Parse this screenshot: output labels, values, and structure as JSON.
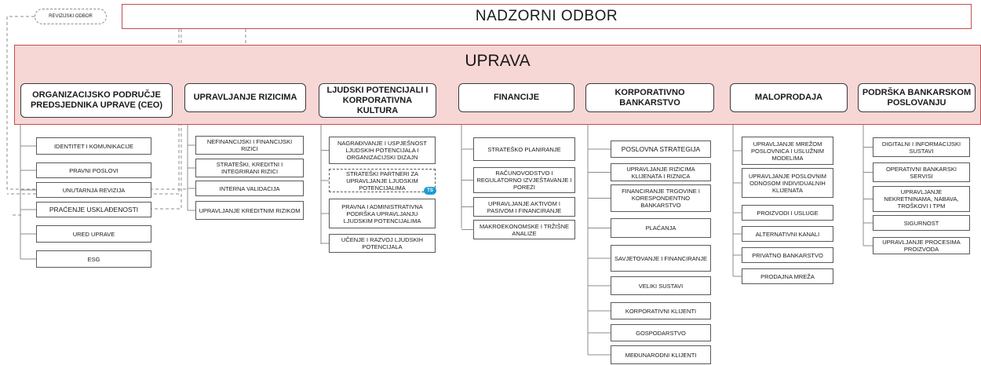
{
  "diagram": {
    "top_board": "NADZORNI ODBOR",
    "audit_committee": "REVIZIJSKI ODBOR",
    "management": "UPRAVA",
    "columns": [
      {
        "title": "ORGANIZACIJSKO PODRUČJE PREDSJEDNIKA UPRAVE (CEO)",
        "items": [
          "IDENTITET I KOMUNIKACIJE",
          "PRAVNI POSLOVI",
          "UNUTARNJA REVIZIJA",
          "PRAĆENJE USKLAĐENOSTI",
          "URED UPRAVE",
          "ESG"
        ]
      },
      {
        "title": "UPRAVLJANJE RIZICIMA",
        "items": [
          "NEFINANCIJSKI I FINANCIJSKI RIZICI",
          "STRATEŠKI, KREDITNI I INTEGRIRANI RIZICI",
          "INTERNA VALIDACIJA",
          "UPRAVLJANJE KREDITNIM RIZIKOM"
        ]
      },
      {
        "title": "LJUDSKI POTENCIJALI I KORPORATIVNA KULTURA",
        "items": [
          "NAGRAĐIVANJE I USPJEŠNOST LJUDSKIH POTENCIJALA I ORGANIZACIJSKI DIZAJN",
          "STRATEŠKI PARTNERI ZA UPRAVLJANJE LJUDSKIM POTENCIJALIMA",
          "PRAVNA I ADMINISTRATIVNA PODRŠKA UPRAVLJANJU LJUDSKIM POTENCIJALIMA",
          "UČENJE I RAZVOJ LJUDSKIH POTENCIJALA"
        ],
        "badge": "TS"
      },
      {
        "title": "FINANCIJE",
        "items": [
          "STRATEŠKO PLANIRANJE",
          "RAČUNOVODSTVO I REGULATORNO IZVJEŠTAVANJE I POREZI",
          "UPRAVLJANJE AKTIVOM I PASIVOM I FINANCIRANJE",
          "MAKROEKONOMSKE I TRŽIŠNE ANALIZE"
        ]
      },
      {
        "title": "KORPORATIVNO BANKARSTVO",
        "items": [
          "POSLOVNA STRATEGIJA",
          "UPRAVLJANJE RIZICIMA KLIJENATA I RIZNICA",
          "FINANCIRANJE TRGOVINE I KORESPONDENTNO BANKARSTVO",
          "PLAĆANJA",
          "SAVJETOVANJE I FINANCIRANJE",
          "VELIKI SUSTAVI",
          "KORPORATIVNI KLIJENTI",
          "GOSPODARSTVO",
          "MEĐUNARODNI KLIJENTI"
        ]
      },
      {
        "title": "MALOPRODAJA",
        "items": [
          "UPRAVLJANJE MREŽOM POSLOVNICA I USLUŽNIM MODELIMA",
          "UPRAVLJANJE POSLOVNIM ODNOSOM INDIVIDUALNIH KLIJENATA",
          "PROIZVODI I USLUGE",
          "ALTERNATIVNI KANALI",
          "PRIVATNO BANKARSTVO",
          "PRODAJNA MREŽA"
        ]
      },
      {
        "title": "PODRŠKA BANKARSKOM POSLOVANJU",
        "items": [
          "DIGITALNI I INFORMACIJSKI SUSTAVI",
          "OPERATIVNI BANKARSKI SERVISI",
          "UPRAVLJANJE NEKRETNINAMA, NABAVA, TROŠKOVI I TPM",
          "SIGURNOST",
          "UPRAVLJANJE PROCESIMA PROIZVODA"
        ]
      }
    ]
  }
}
